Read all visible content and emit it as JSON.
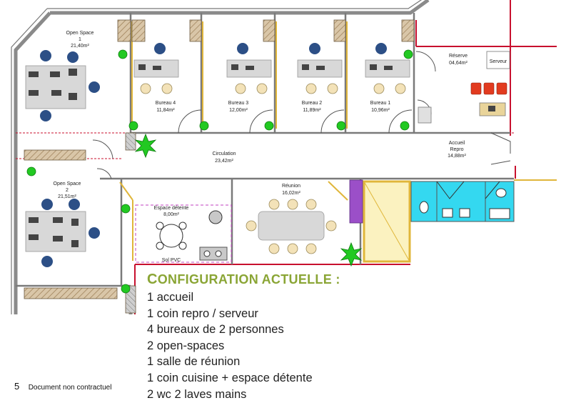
{
  "rooms": {
    "open_space_1": {
      "name_line1": "Open Space",
      "name_line2": "1",
      "area": "21,40m²"
    },
    "bureau_4": {
      "name": "Bureau 4",
      "area": "11,84m²"
    },
    "bureau_3": {
      "name": "Bureau 3",
      "area": "12,00m²"
    },
    "bureau_2": {
      "name": "Bureau 2",
      "area": "11,89m²"
    },
    "bureau_1": {
      "name": "Bureau 1",
      "area": "10,96m²"
    },
    "reserve": {
      "name": "Réserve",
      "area": "04,64m²"
    },
    "serveur": {
      "name": "Serveur"
    },
    "accueil": {
      "name_line1": "Accueil",
      "name_line2": "Repro",
      "area": "14,88m²"
    },
    "circulation": {
      "name": "Circulation",
      "area": "23,42m²"
    },
    "reunion": {
      "name": "Réunion",
      "area": "16,02m²"
    },
    "open_space_2": {
      "name_line1": "Open Space",
      "name_line2": "2",
      "area": "21,51m²"
    },
    "espace_detente": {
      "name": "Espace détente",
      "area": "8,00m²"
    },
    "sol_pvc": {
      "name": "Sol PVC"
    }
  },
  "config": {
    "title_first": "C",
    "title_rest": "ONFIGURATION ACTUELLE :",
    "items": [
      "1 accueil",
      "1 coin repro / serveur",
      "4 bureaux de 2 personnes",
      "2 open-spaces",
      "1 salle de réunion",
      "1 coin cuisine + espace détente",
      "2 wc 2 laves mains"
    ]
  },
  "footer": {
    "page_number": "5",
    "text": "Document non contractuel"
  },
  "colors": {
    "wall": "#8a8a8a",
    "red": "#c8102e",
    "yellow": "#e0b63a",
    "magenta": "#c040c0",
    "green": "#2fcf2f",
    "sanitary": "#34d8f0",
    "kitchen_wall": "#f6e27a",
    "purple": "#9b4fc8",
    "title_green": "#8aa535"
  }
}
